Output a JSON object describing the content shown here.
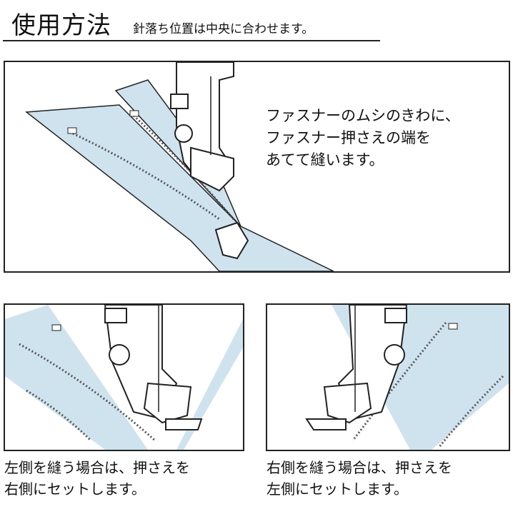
{
  "header": {
    "title": "使用方法",
    "subtitle": "針落ち位置は中央に合わせます。"
  },
  "main_panel": {
    "lines": [
      "ファスナーのムシのきわに、",
      "ファスナー押さえの端を",
      "あてて縫います。"
    ]
  },
  "left_panel": {
    "lines": [
      "左側を縫う場合は、押さえを",
      "右側にセットします。"
    ]
  },
  "right_panel": {
    "lines": [
      "右側を縫う場合は、押さえを",
      "左側にセットします。"
    ]
  },
  "colors": {
    "tape": "#cfe3ef",
    "line": "#222222"
  }
}
